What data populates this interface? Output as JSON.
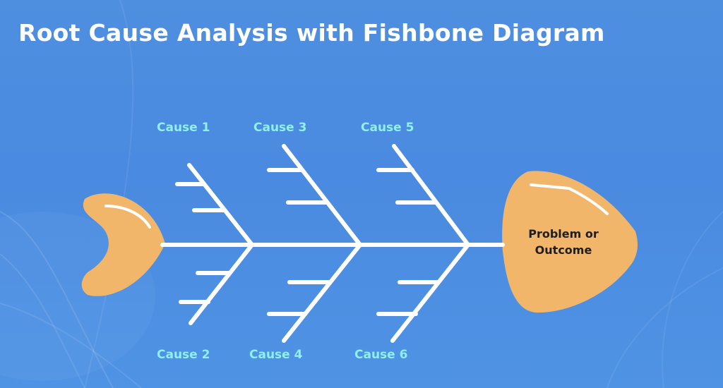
{
  "title": "Root Cause Analysis with Fishbone Diagram",
  "colors": {
    "background": "#4a8ae0",
    "bone": "#ffffff",
    "fish_body": "#f2b66a",
    "cause_label": "#8ff0ea",
    "outcome_text": "#1e1e1e",
    "title_text": "#ffffff"
  },
  "causes": [
    {
      "id": "cause-1",
      "label": "Cause 1"
    },
    {
      "id": "cause-2",
      "label": "Cause 2"
    },
    {
      "id": "cause-3",
      "label": "Cause 3"
    },
    {
      "id": "cause-4",
      "label": "Cause 4"
    },
    {
      "id": "cause-5",
      "label": "Cause 5"
    },
    {
      "id": "cause-6",
      "label": "Cause 6"
    }
  ],
  "outcome": {
    "line1": "Problem or",
    "line2": "Outcome"
  }
}
